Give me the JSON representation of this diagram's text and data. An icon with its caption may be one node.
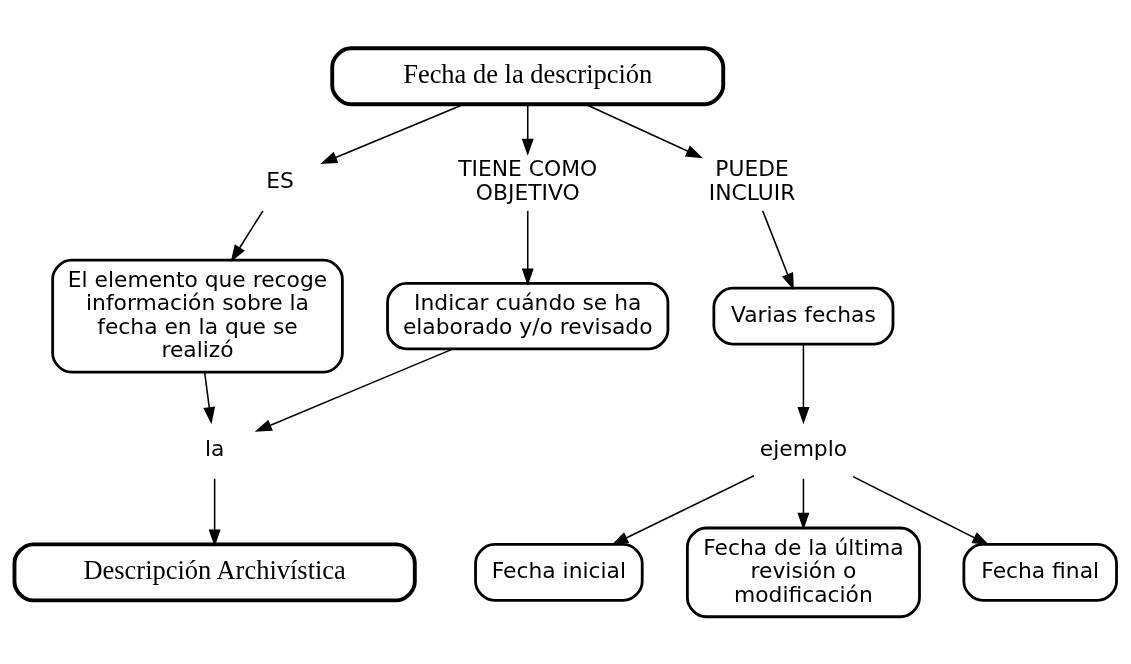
{
  "diagram": {
    "nodes": [
      {
        "text": [
          "Fecha de la descripción"
        ]
      },
      {
        "text": [
          "ES"
        ]
      },
      {
        "text": [
          "TIENE COMO OBJETIVO"
        ]
      },
      {
        "text": [
          "PUEDE INCLUIR"
        ]
      },
      {
        "text": [
          "El elemento que recoge información sobre la fecha en la que se realizó"
        ]
      },
      {
        "text": [
          "Indicar cuándo se ha elaborado y/o revisado"
        ]
      },
      {
        "text": [
          "Varias fechas"
        ]
      },
      {
        "text": [
          "la"
        ]
      },
      {
        "text": [
          "ejemplo"
        ]
      },
      {
        "text": [
          "Fecha inicial"
        ]
      },
      {
        "text": [
          "Fecha de la última revisión o modificación"
        ]
      },
      {
        "text": [
          "Fecha final"
        ]
      },
      {
        "text": [
          "Descripción Archivística"
        ]
      }
    ],
    "edges": [
      {
        "from": 0,
        "to": 1,
        "arrow": "to"
      },
      {
        "from": 0,
        "to": 2,
        "arrow": "to"
      },
      {
        "from": 0,
        "to": 3,
        "arrow": "to"
      },
      {
        "from": 1,
        "to": 4,
        "arrow": "to"
      },
      {
        "from": 2,
        "to": 5,
        "arrow": "to"
      },
      {
        "from": 3,
        "to": 6,
        "arrow": "to"
      },
      {
        "from": 4,
        "to": 7,
        "arrow": "to"
      },
      {
        "from": 5,
        "to": 7,
        "arrow": "to"
      },
      {
        "from": 6,
        "to": 8,
        "arrow": "to"
      },
      {
        "from": 8,
        "to": 9,
        "arrow": "to"
      },
      {
        "from": 8,
        "to": 11,
        "arrow": "to"
      },
      {
        "from": 8,
        "to": 10,
        "arrow": "to"
      },
      {
        "from": 7,
        "to": 12,
        "arrow": "to"
      }
    ]
  }
}
